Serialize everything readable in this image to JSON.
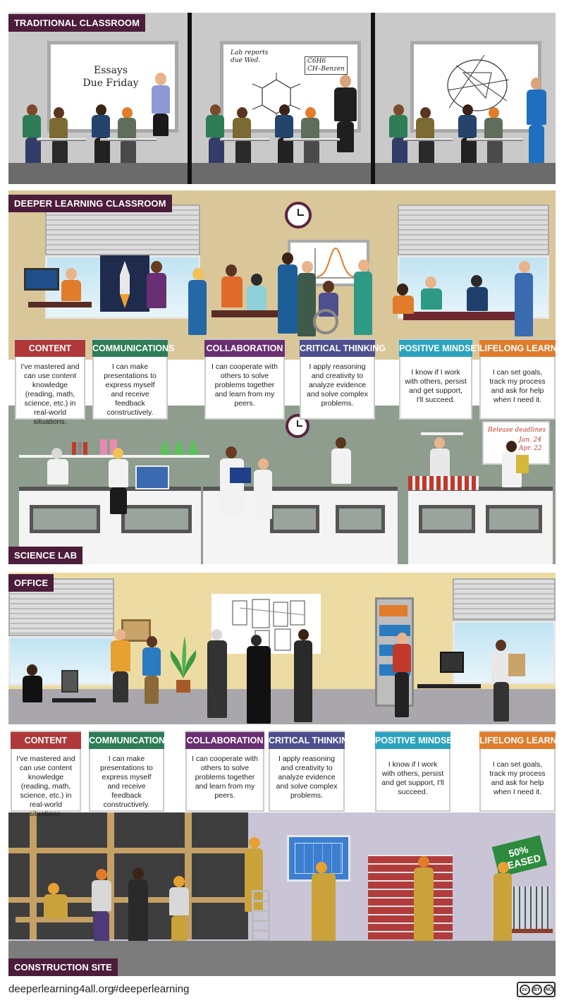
{
  "sections": {
    "traditional": "TRADITIONAL CLASSROOM",
    "deeper": "DEEPER LEARNING CLASSROOM",
    "lab": "SCIENCE LAB",
    "office": "OFFICE",
    "construction": "CONSTRUCTION SITE"
  },
  "boards": {
    "essays_line1": "Essays",
    "essays_line2": "Due Friday",
    "lab_reports_line1": "Lab reports",
    "lab_reports_line2": "due Wed.",
    "formula": "C6H6",
    "formula2": "CH–Benzen",
    "lab_deadlines_title": "Release deadlines",
    "lab_deadline1": "Jan. 24",
    "lab_deadline2": "Apr. 22",
    "sign_line1": "50%",
    "sign_line2": "LEASED"
  },
  "colors": {
    "content": "#b0383a",
    "communications": "#2e7d57",
    "collaboration": "#6a2f72",
    "critical_thinking": "#4e4f8f",
    "positive_mindset": "#2aa3bf",
    "lifelong_learning": "#e07c2a",
    "section_tag": "#4b1d3b"
  },
  "skills_top": [
    {
      "title": "CONTENT",
      "text": "I've mastered and can use content knowledge (reading, math, science, etc.) in real-world situations."
    },
    {
      "title": "COMMUNICATIONS",
      "text": "I can make presentations to express myself and receive feedback constructively."
    },
    {
      "title": "COLLABORATION",
      "text": "I can cooperate with others to solve problems together and learn from my peers."
    },
    {
      "title": "CRITICAL THINKING",
      "text": "I apply reasoning and creativity to analyze evidence and solve complex problems."
    },
    {
      "title": "POSITIVE MINDSET",
      "text": "I know if I work with others, persist and get support, I'll succeed."
    },
    {
      "title": "LIFELONG LEARNING",
      "text": "I can set goals, track my process and ask for help when I need it."
    }
  ],
  "skills_bottom": [
    {
      "title": "CONTENT",
      "text": "I've mastered and can use content knowledge (reading, math, science, etc.) in real-world situations."
    },
    {
      "title": "COMMUNICATIONS",
      "text": "I can make presentations to express myself and receive feedback constructively."
    },
    {
      "title": "COLLABORATION",
      "text": "I can cooperate with others to solve problems together and learn from my peers."
    },
    {
      "title": "CRITICAL THINKING",
      "text": "I apply reasoning and creativity to analyze evidence and solve complex problems."
    },
    {
      "title": "POSITIVE MINDSET",
      "text": "I know if I work with others, persist and get support, I'll succeed."
    },
    {
      "title": "LIFELONG LEARNING",
      "text": "I can set goals, track my process and ask for help when I need it."
    }
  ],
  "footer": {
    "site": "deeperlearning4all.org",
    "hashtag": "#deeperlearning",
    "license": "CC BY NC",
    "cc_label": "cc",
    "by_label": "BY",
    "nc_label": "NC"
  }
}
